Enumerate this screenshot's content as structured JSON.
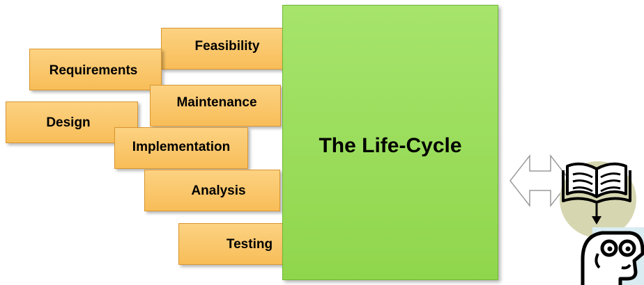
{
  "phases": {
    "feasibility": "Feasibility",
    "requirements": "Requirements",
    "maintenance": "Maintenance",
    "design": "Design",
    "implementation": "Implementation",
    "analysis": "Analysis",
    "testing": "Testing"
  },
  "center": {
    "title": "The Life-Cycle"
  },
  "colors": {
    "phase_fill": "#f8bd58",
    "center_fill": "#92d050",
    "figure_fill": "#d9ecf2",
    "book_backdrop": "#d6d7b1"
  },
  "icons": [
    "double-arrow-icon",
    "book-icon",
    "reader-face-icon"
  ]
}
